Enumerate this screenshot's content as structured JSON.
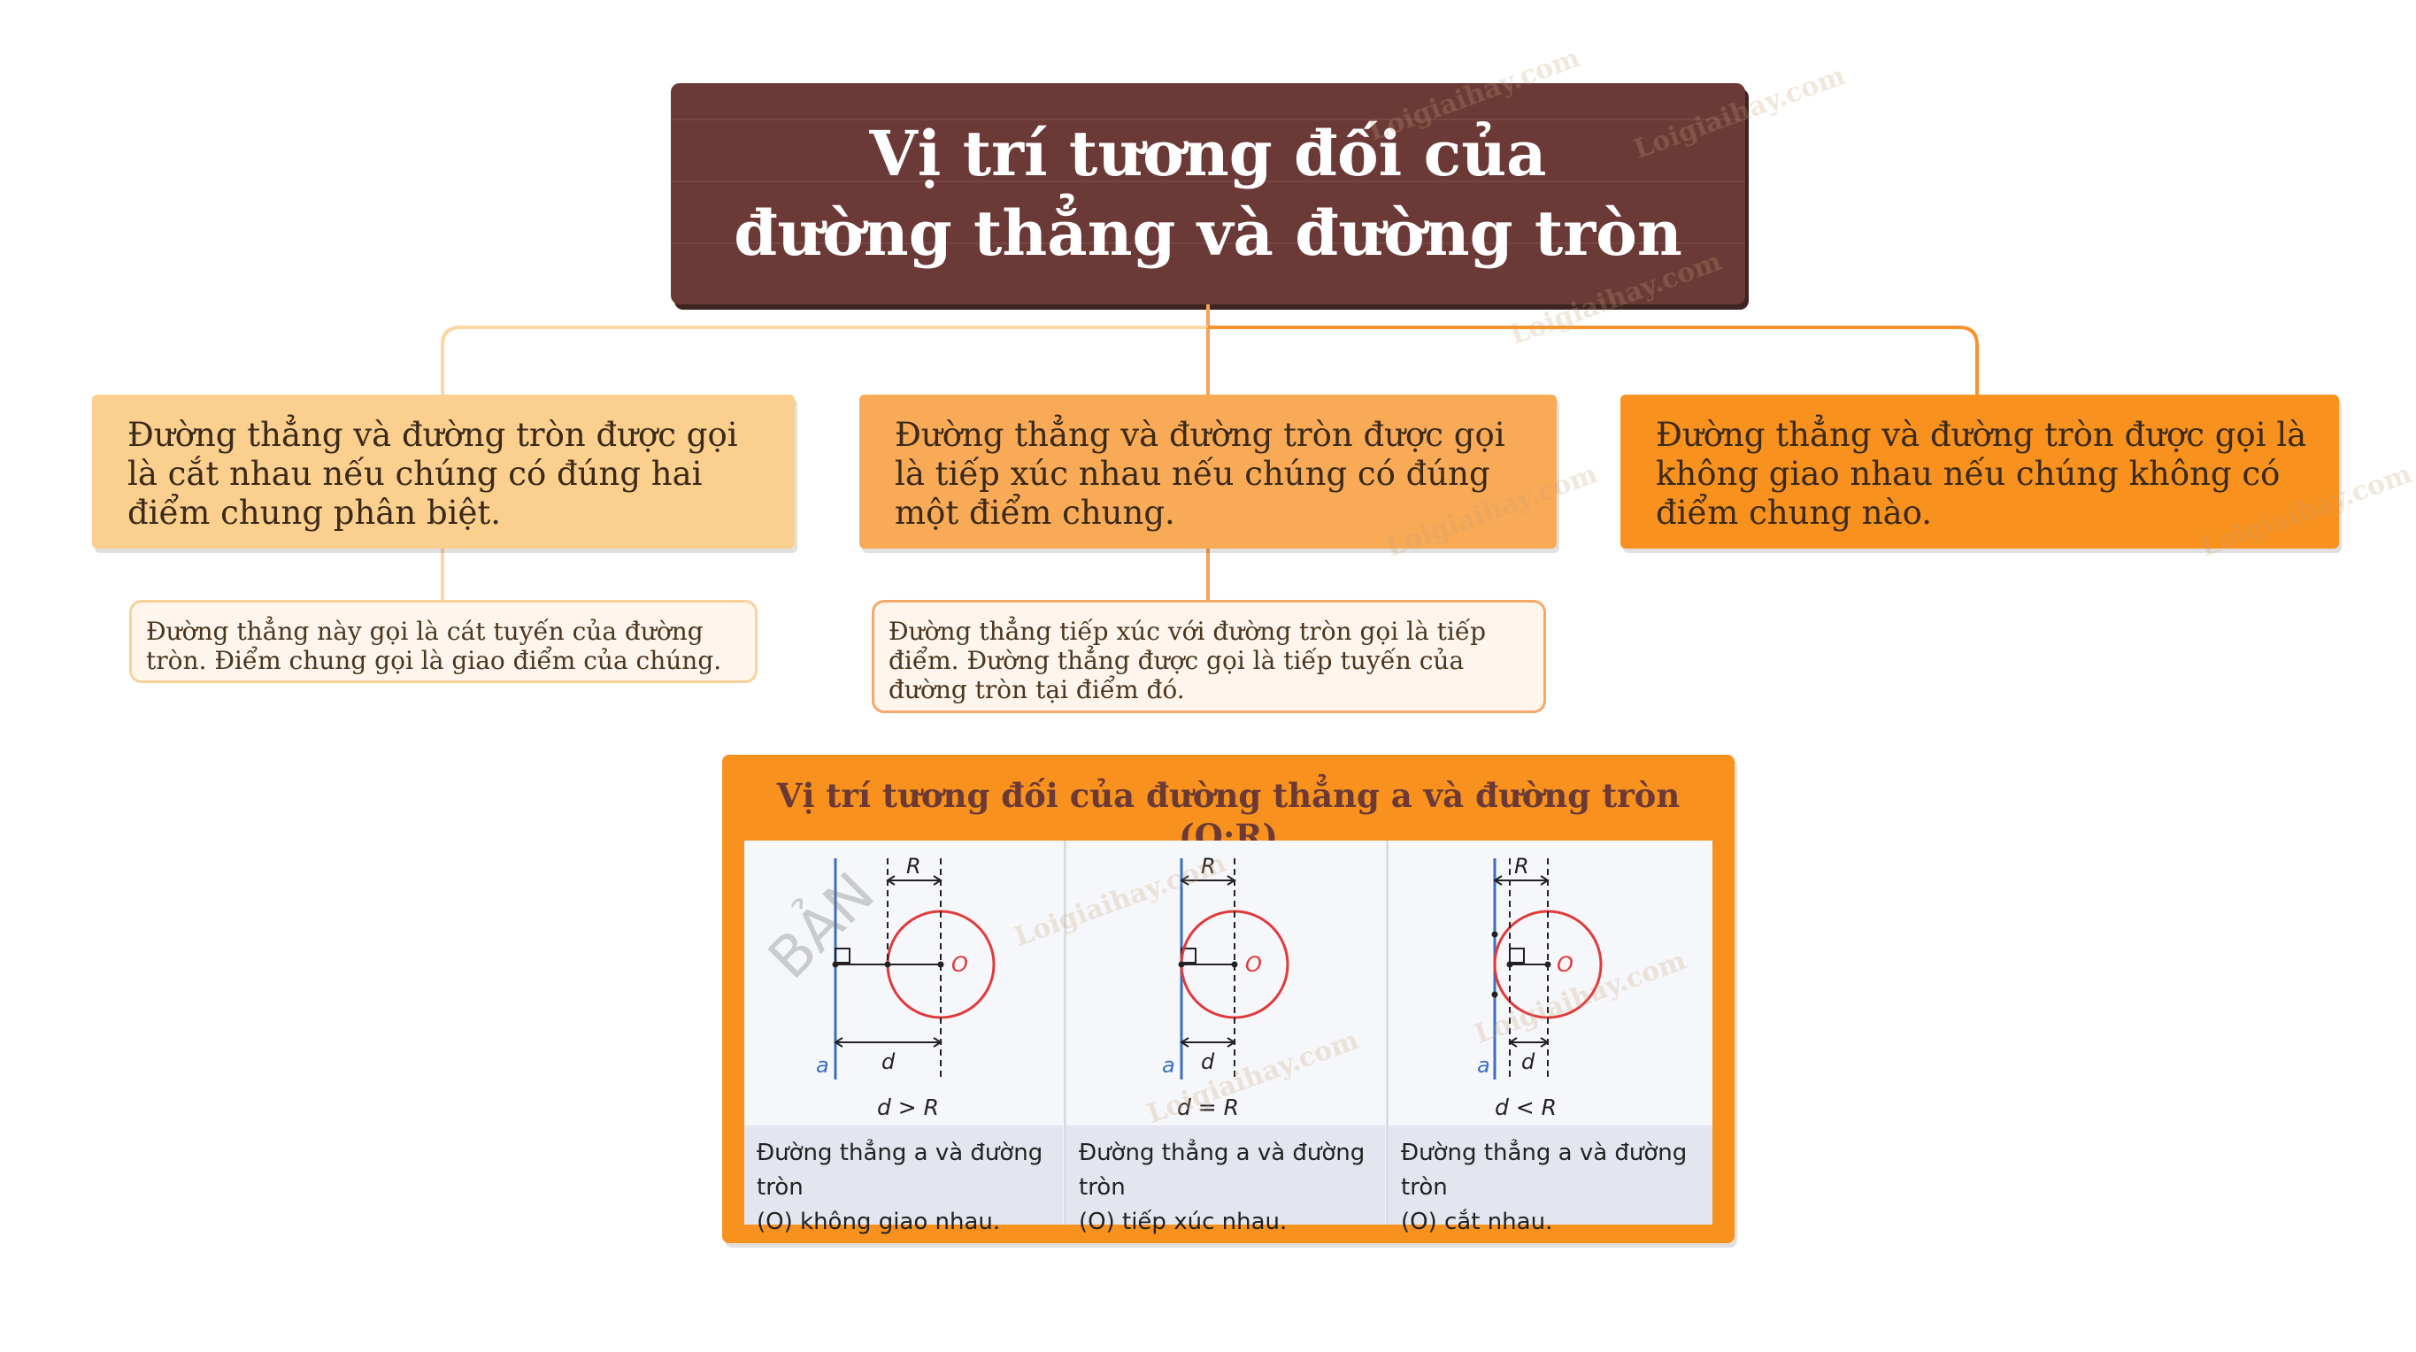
{
  "title": {
    "line1": "Vị trí tương đối của",
    "line2": "đường thẳng và đường tròn"
  },
  "branches": [
    {
      "text": "Đường thẳng và đường tròn được gọi là cắt nhau nếu chúng có đúng hai điểm chung phân biệt.",
      "note": "Đường thẳng này gọi là cát tuyến của đường tròn. Điểm chung gọi là giao điểm của chúng."
    },
    {
      "text": "Đường thẳng và đường tròn được gọi là tiếp xúc nhau nếu chúng có đúng một điểm chung.",
      "note": "Đường thẳng tiếp xúc với đường tròn gọi là tiếp điểm. Đường thẳng được gọi là tiếp tuyến của đường tròn tại điểm đó."
    },
    {
      "text": "Đường thẳng và đường tròn được gọi là không giao nhau nếu chúng không có điểm chung nào."
    }
  ],
  "figure": {
    "title": "Vị trí tương đối của đường thẳng a và đường tròn (O;R)",
    "stamp": "BẢN",
    "panels": [
      {
        "condition": "d > R",
        "caption_line1": "Đường thẳng a và đường tròn",
        "caption_line2": "(O) không giao nhau.",
        "labels": {
          "R": "R",
          "O": "O",
          "a": "a",
          "d": "d"
        }
      },
      {
        "condition": "d = R",
        "caption_line1": "Đường thẳng a và đường tròn",
        "caption_line2": "(O) tiếp xúc nhau.",
        "labels": {
          "R": "R",
          "O": "O",
          "a": "a",
          "d": "d"
        }
      },
      {
        "condition": "d < R",
        "caption_line1": "Đường thẳng a và đường tròn",
        "caption_line2": "(O) cắt nhau.",
        "labels": {
          "R": "R",
          "O": "O",
          "a": "a",
          "d": "d"
        }
      }
    ]
  },
  "watermark": "Loigiaihay.com",
  "colors": {
    "title_bg": "#6b3a36",
    "box1": "#fbcf8e",
    "box2": "#f9aa56",
    "box3": "#f8911e",
    "line": "#3a6fc0",
    "circle": "#e03a3a"
  }
}
